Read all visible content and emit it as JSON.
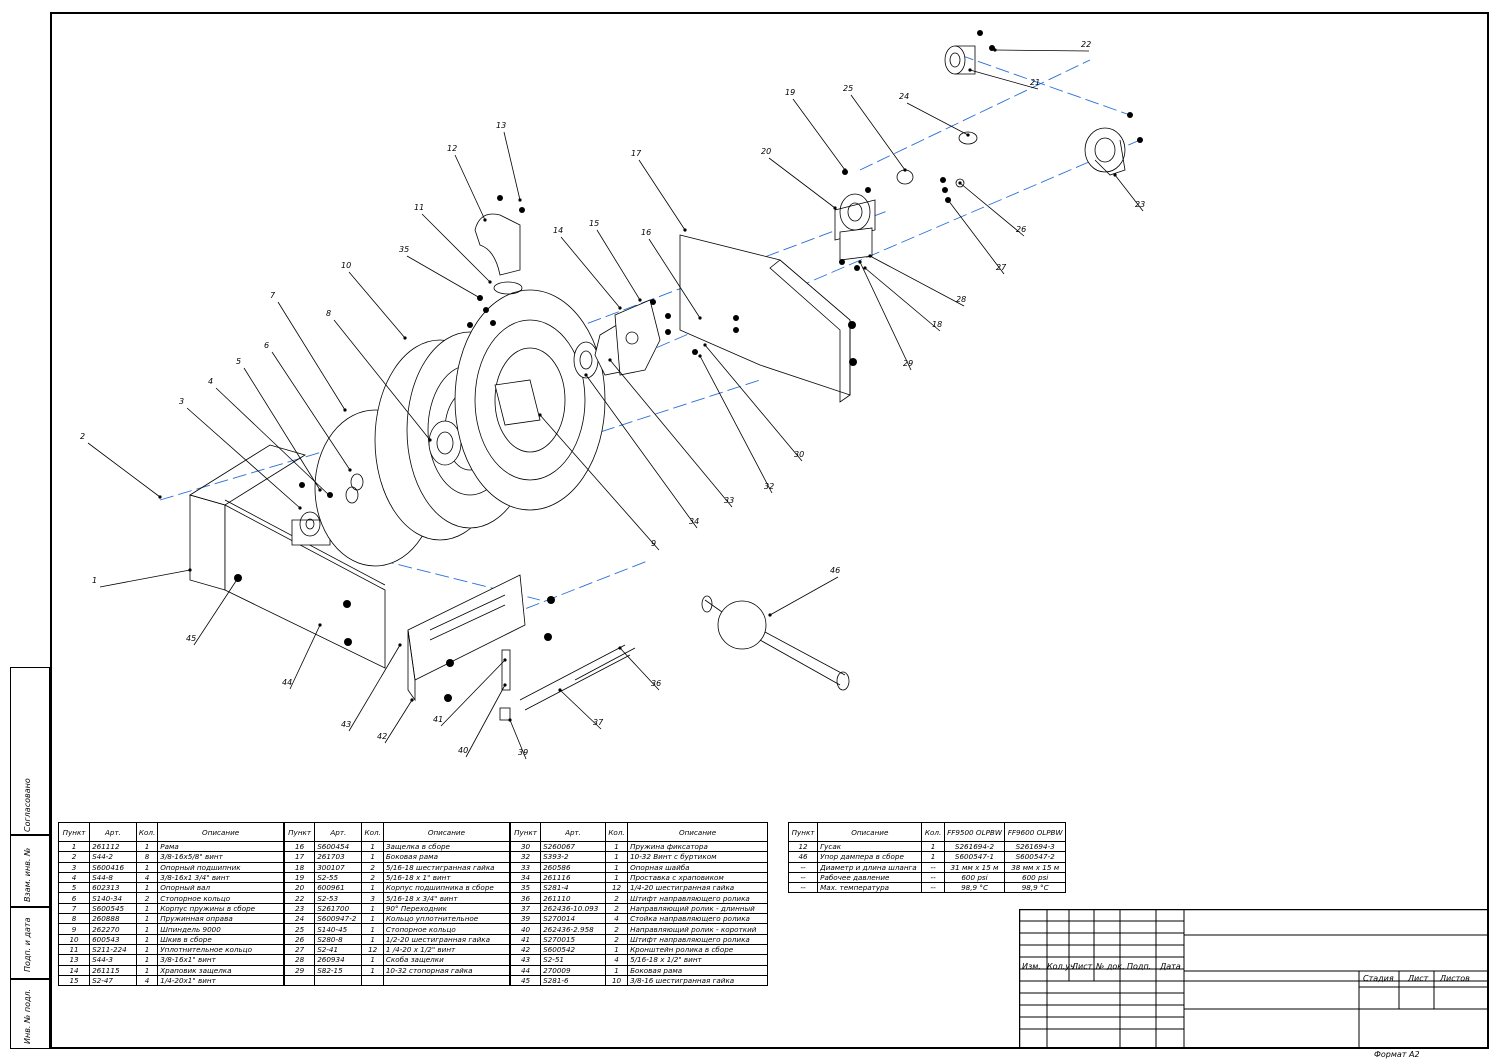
{
  "format_label": "Формат А2",
  "side_stamp": [
    "Согласовано",
    "Взам. инв. №",
    "Подп. и дата",
    "Инв. № подл."
  ],
  "title_block": {
    "columns": [
      "Изм.",
      "Кол.уч",
      "Лист",
      "№ док.",
      "Подп.",
      "Дата"
    ],
    "stage": "Стадия",
    "sheet": "Лист",
    "sheets": "Листов"
  },
  "callouts": [
    "1",
    "2",
    "3",
    "4",
    "5",
    "6",
    "7",
    "8",
    "9",
    "10",
    "11",
    "12",
    "13",
    "14",
    "15",
    "16",
    "17",
    "18",
    "19",
    "20",
    "21",
    "22",
    "23",
    "24",
    "25",
    "26",
    "27",
    "28",
    "29",
    "30",
    "32",
    "33",
    "34",
    "35",
    "36",
    "37",
    "39",
    "40",
    "41",
    "42",
    "43",
    "44",
    "45",
    "46"
  ],
  "bom": {
    "headers": [
      "Пункт",
      "Арт.",
      "Кол.",
      "Описание"
    ],
    "columns": [
      [
        [
          "1",
          "261112",
          "1",
          "Рама"
        ],
        [
          "2",
          "S44-2",
          "8",
          "3/8-16x5/8\" винт"
        ],
        [
          "3",
          "S600416",
          "1",
          "Опорный подшипник"
        ],
        [
          "4",
          "S44-8",
          "4",
          "3/8-16x1 3/4\" винт"
        ],
        [
          "5",
          "602313",
          "1",
          "Опорный вал"
        ],
        [
          "6",
          "S140-34",
          "2",
          "Стопорное кольцо"
        ],
        [
          "7",
          "S600545",
          "1",
          "Корпус пружины в сборе"
        ],
        [
          "8",
          "260888",
          "1",
          "Пружинная оправа"
        ],
        [
          "9",
          "262270",
          "1",
          "Шпиндель 9000"
        ],
        [
          "10",
          "600543",
          "1",
          "Шкив в сборе"
        ],
        [
          "11",
          "S211-224",
          "1",
          "Уплотнительное кольцо"
        ],
        [
          "13",
          "S44-3",
          "1",
          "3/8-16x1\" винт"
        ],
        [
          "14",
          "261115",
          "1",
          "Храповик защелка"
        ],
        [
          "15",
          "S2-47",
          "4",
          "1/4-20x1\" винт"
        ]
      ],
      [
        [
          "16",
          "S600454",
          "1",
          "Защелка в сборе"
        ],
        [
          "17",
          "261703",
          "1",
          "Боковая рама"
        ],
        [
          "18",
          "300107",
          "2",
          "5/16-18 шестигранная гайка"
        ],
        [
          "19",
          "S2-55",
          "2",
          "5/16-18 x 1\" винт"
        ],
        [
          "20",
          "600961",
          "1",
          "Корпус подшипника в сборе"
        ],
        [
          "22",
          "S2-53",
          "3",
          "5/16-18 x 3/4\" винт"
        ],
        [
          "23",
          "S261700",
          "1",
          "90° Переходник"
        ],
        [
          "24",
          "S600947-2",
          "1",
          "Кольцо уплотнительное"
        ],
        [
          "25",
          "S140-45",
          "1",
          "Стопорное кольцо"
        ],
        [
          "26",
          "S280-8",
          "1",
          "1/2-20 шестигранная гайка"
        ],
        [
          "27",
          "S2-41",
          "12",
          "1 /4-20 x 1/2\" винт"
        ],
        [
          "28",
          "260934",
          "1",
          "Скоба защелки"
        ],
        [
          "29",
          "S82-15",
          "1",
          "10-32 стопорная гайка"
        ]
      ],
      [
        [
          "30",
          "S260067",
          "1",
          "Пружина фиксатора"
        ],
        [
          "32",
          "S393-2",
          "1",
          "10-32 Винт с буртиком"
        ],
        [
          "33",
          "260586",
          "1",
          "Опорная шайба"
        ],
        [
          "34",
          "261116",
          "1",
          "Проставка с храповиком"
        ],
        [
          "35",
          "S281-4",
          "12",
          "1/4-20 шестигранная гайка"
        ],
        [
          "36",
          "261110",
          "2",
          "Штифт направляющего ролика"
        ],
        [
          "37",
          "262436-10.093",
          "2",
          "Направляющий ролик - длинный"
        ],
        [
          "39",
          "S270014",
          "4",
          "Стойка направляющего ролика"
        ],
        [
          "40",
          "262436-2.958",
          "2",
          "Направляющий ролик - короткий"
        ],
        [
          "41",
          "S270015",
          "2",
          "Штифт направляющего ролика"
        ],
        [
          "42",
          "S600542",
          "1",
          "Кронштейн ролика в сборе"
        ],
        [
          "43",
          "S2-51",
          "4",
          "5/16-18 x 1/2\" винт"
        ],
        [
          "44",
          "270009",
          "1",
          "Боковая рама"
        ],
        [
          "45",
          "S281-6",
          "10",
          "3/8-16 шестигранная гайка"
        ]
      ]
    ]
  },
  "spec": {
    "headers": [
      "Пункт",
      "Описание",
      "Кол.",
      "FF9500 OLPBW",
      "FF9600 OLPBW"
    ],
    "rows": [
      [
        "12",
        "Гусак",
        "1",
        "S261694-2",
        "S261694-3"
      ],
      [
        "46",
        "Упор дампера в сборе",
        "1",
        "S600547-1",
        "S600547-2"
      ],
      [
        "--",
        "Диаметр и длина шланга",
        "--",
        "31 мм x 15 м",
        "38 мм x 15 м"
      ],
      [
        "--",
        "Рабочее давление",
        "--",
        "600 psi",
        "600 psi"
      ],
      [
        "--",
        "Max. температура",
        "--",
        "98,9 °C",
        "98,9 °C"
      ]
    ]
  }
}
